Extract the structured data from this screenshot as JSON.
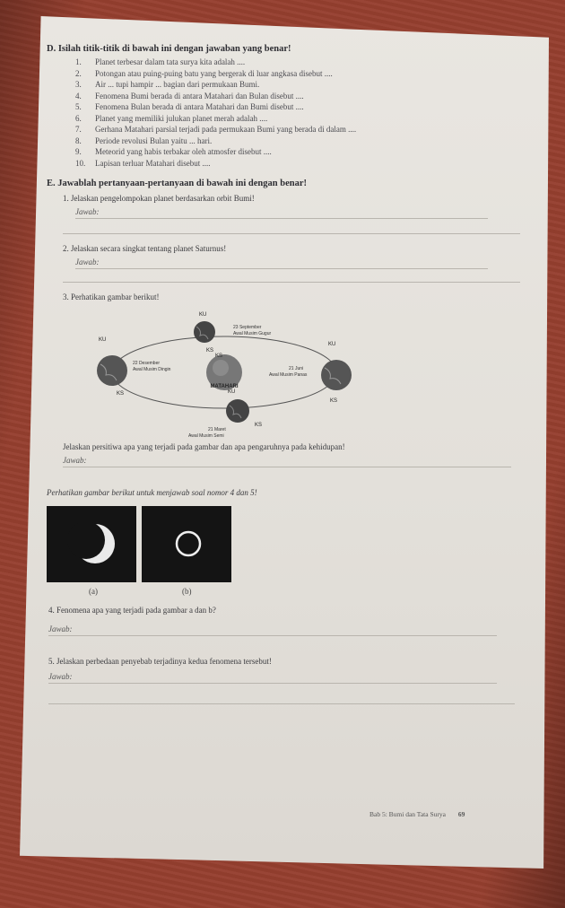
{
  "sectionD": {
    "title": "D. Isilah titik-titik di bawah ini dengan jawaban yang benar!",
    "items": [
      {
        "num": "1.",
        "text": "Planet terbesar dalam tata surya kita adalah ...."
      },
      {
        "num": "2.",
        "text": "Potongan atau puing-puing batu yang bergerak di luar angkasa disebut ...."
      },
      {
        "num": "3.",
        "text": "Air ... tupi hampir ... bagian dari permukaan Bumi."
      },
      {
        "num": "4.",
        "text": "Fenomena Bumi berada di antara Matahari dan Bulan disebut ...."
      },
      {
        "num": "5.",
        "text": "Fenomena Bulan berada di antara Matahari dan Bumi disebut ...."
      },
      {
        "num": "6.",
        "text": "Planet yang memiliki julukan planet merah adalah ...."
      },
      {
        "num": "7.",
        "text": "Gerhana Matahari parsial terjadi pada permukaan Bumi yang berada di dalam ...."
      },
      {
        "num": "8.",
        "text": "Periode revolusi Bulan yaitu ... hari."
      },
      {
        "num": "9.",
        "text": "Meteorid yang habis terbakar oleh atmosfer disebut ...."
      },
      {
        "num": "10.",
        "text": "Lapisan terluar Matahari disebut ...."
      }
    ]
  },
  "sectionE": {
    "title": "E. Jawablah pertanyaan-pertanyaan di bawah ini dengan benar!",
    "q1": "1. Jelaskan pengelompokan planet berdasarkan orbit Bumi!",
    "q2": "2. Jelaskan secara singkat tentang planet Saturnus!",
    "q3": "3. Perhatikan gambar berikut!",
    "jawab": "Jawab:",
    "q3_prompt": "Jelaskan persitiwa apa yang terjadi pada gambar dan apa pengaruhnya pada kehidupan!"
  },
  "diagram": {
    "ku_top": "KU",
    "ku_left": "KU",
    "ku_right": "KU",
    "ks_mid": "KS",
    "ks_left": "KS",
    "ks_center": "KS",
    "ks_right": "KS",
    "ks_bottom": "KS",
    "ku_center": "KU",
    "sep_date": "23 September",
    "sep_label": "Awal Musim Gugur",
    "dec_date": "22 Desember",
    "dec_label": "Awal Musim Dingin",
    "jun_date": "21 Juni",
    "jun_label": "Awal Musim Panas",
    "mar_date": "21 Maret",
    "mar_label": "Awal Musim Semi",
    "sun_label": "MATAHARI"
  },
  "eclipse": {
    "instruction": "Perhatikan gambar berikut untuk menjawab soal nomor 4 dan 5!",
    "cap_a": "(a)",
    "cap_b": "(b)",
    "q4": "4. Fenomena apa yang terjadi pada gambar a dan b?",
    "q5": "5. Jelaskan perbedaan penyebab terjadinya kedua fenomena tersebut!"
  },
  "footer": {
    "chapter": "Bab 5: Bumi dan Tata Surya",
    "page": "69"
  }
}
